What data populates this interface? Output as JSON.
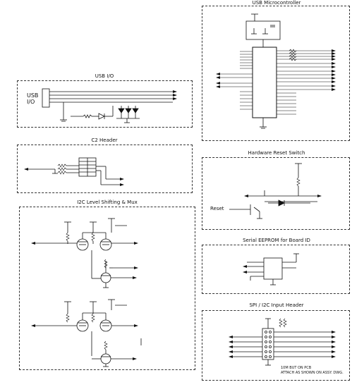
{
  "blocks": {
    "usb_micro": {
      "title": "USB Microcontroller"
    },
    "usb_io": {
      "title": "USB I/O",
      "connector_label": "USB I/O"
    },
    "c2": {
      "title": "C2 Header"
    },
    "i2c": {
      "title": "I2C Level Shifting & Mux"
    },
    "reset": {
      "title": "Hardware Reset Switch",
      "button_label": "Reset"
    },
    "eeprom": {
      "title": "Serial EEPROM for Board ID"
    },
    "spi": {
      "title": "SPI / I2C Input Header",
      "footnote_1": "10M BUT ON PCB",
      "footnote_2": "ATTACH AS SHOWN ON ASSY. DWG."
    }
  },
  "colors": {
    "ink": "#111111",
    "frame": "#333333",
    "background": "#ffffff"
  }
}
